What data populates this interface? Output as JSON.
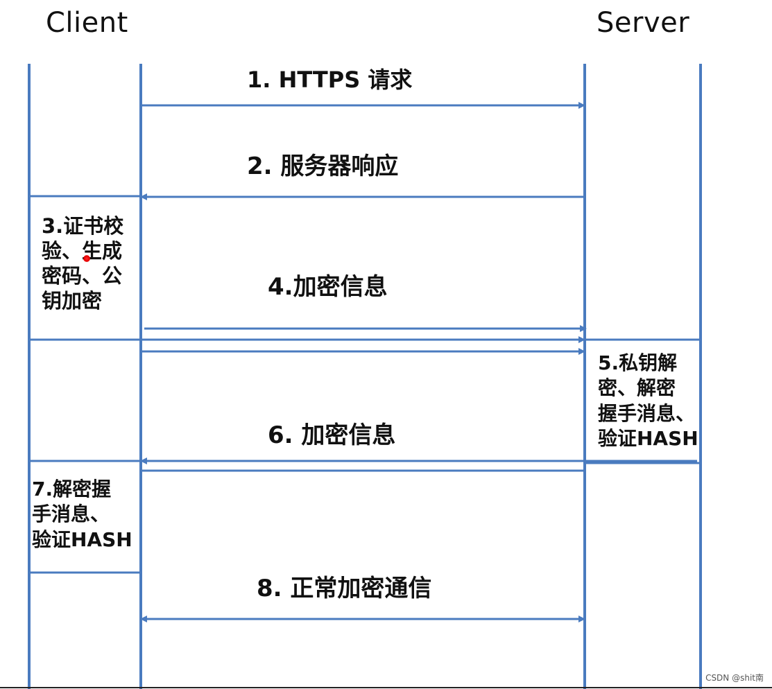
{
  "lanes": {
    "client": "Client",
    "server": "Server"
  },
  "messages": {
    "m1": "1. HTTPS 请求",
    "m2": "2. 服务器响应",
    "m4": "4.加密信息",
    "m6": "6. 加密信息",
    "m8": "8. 正常加密通信"
  },
  "notes": {
    "n3": "3.证书校\n验、生成\n密码、公\n钥加密",
    "n5": "5.私钥解\n密、解密\n握手消息、\n验证HASH",
    "n7": "7.解密握\n手消息、\n验证HASH"
  },
  "watermark": "CSDN @shit南",
  "colors": {
    "line": "#4a7bbf",
    "text": "#111111",
    "pointer": "#e60000"
  }
}
